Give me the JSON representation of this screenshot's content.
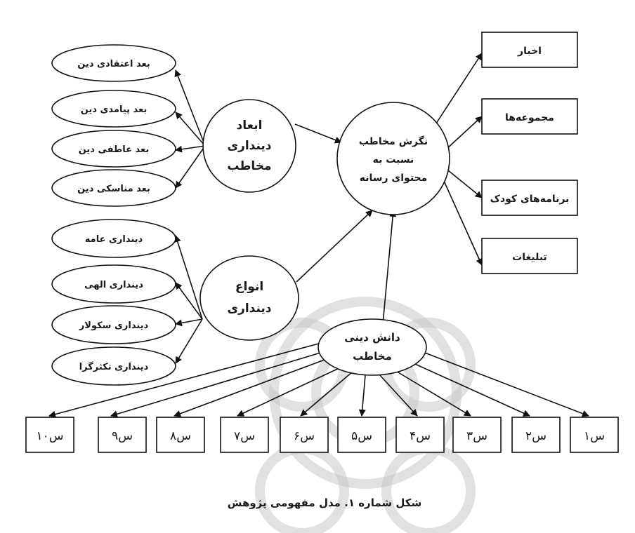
{
  "diagram": {
    "caption": "شکل شماره ۱. مدل مفهومی پژوهش",
    "center": {
      "dimensions": {
        "lines": [
          "ابعاد",
          "دینداری",
          "مخاطب"
        ]
      },
      "types": {
        "lines": [
          "انواع",
          "دینداری"
        ]
      },
      "attitude": {
        "lines": [
          "نگرش مخاطب",
          "نسبت به",
          "محتوای رسانه"
        ]
      },
      "knowledge": {
        "lines": [
          "دانش دینی",
          "مخاطب"
        ]
      }
    },
    "dimension_items": [
      "بعد اعتقادی دین",
      "بعد پیامدی دین",
      "بعد عاطفی دین",
      "بعد مناسکی دین"
    ],
    "type_items": [
      "دینداری عامه",
      "دینداری الهی",
      "دینداری سکولار",
      "دینداری تکثرگرا"
    ],
    "content_boxes": [
      "اخبار",
      "مجموعه‌ها",
      "برنامه‌های کودک",
      "تبلیغات"
    ],
    "questions": [
      "س۱۰",
      "س۹",
      "س۸",
      "س۷",
      "س۶",
      "س۵",
      "س۴",
      "س۳",
      "س۲",
      "س۱"
    ]
  }
}
